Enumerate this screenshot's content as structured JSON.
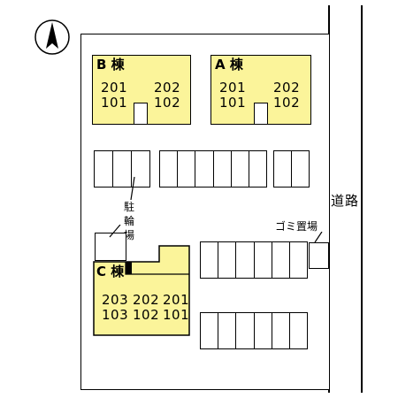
{
  "compass": {
    "icon": "north-arrow-icon"
  },
  "road": {
    "label": "道路"
  },
  "buildings": {
    "A": {
      "label": "A 棟",
      "rooms_upper": [
        "201",
        "202"
      ],
      "rooms_lower": [
        "101",
        "102"
      ]
    },
    "B": {
      "label": "B 棟",
      "rooms_upper": [
        "201",
        "202"
      ],
      "rooms_lower": [
        "101",
        "102"
      ]
    },
    "C": {
      "label": "C 棟",
      "rooms_upper": [
        "203",
        "202",
        "201"
      ],
      "rooms_lower": [
        "103",
        "102",
        "101"
      ]
    }
  },
  "bicycle_parking": {
    "label_chars": [
      "駐",
      "輪",
      "場"
    ]
  },
  "garbage": {
    "label": "ゴミ置場"
  },
  "colors": {
    "building_fill": "#fbf49a",
    "line": "#000000",
    "background": "#ffffff"
  }
}
